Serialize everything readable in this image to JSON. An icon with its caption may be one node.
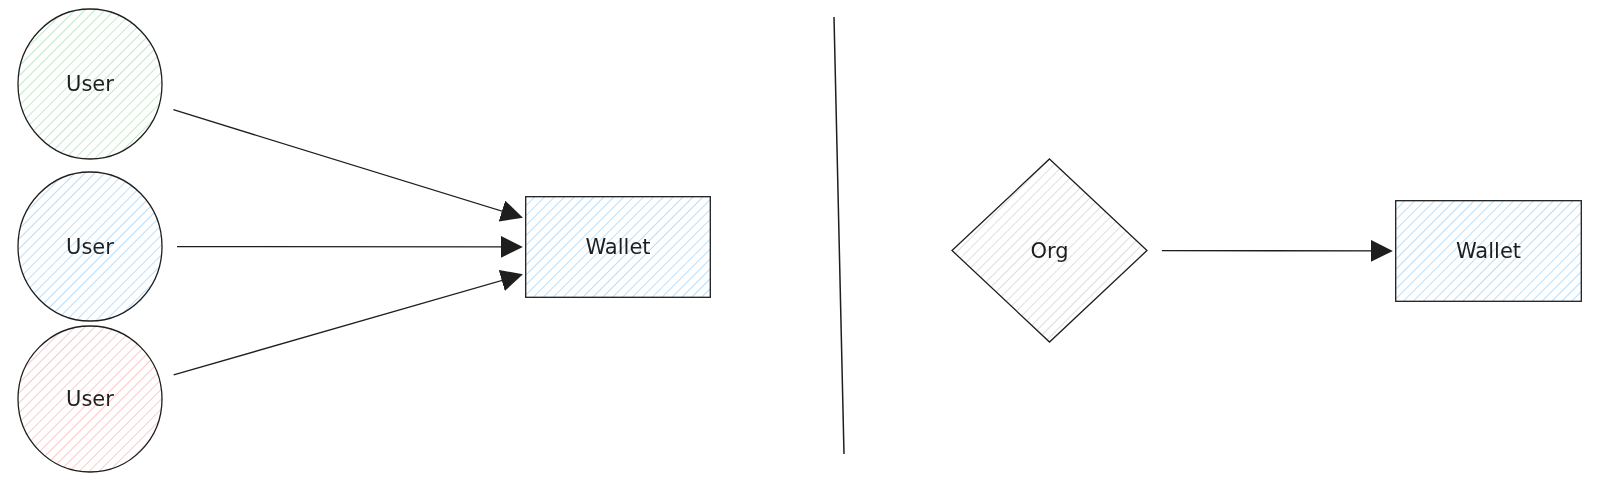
{
  "diagram": {
    "nodes": [
      {
        "text": [
          "User"
        ]
      },
      {
        "text": [
          "User"
        ]
      },
      {
        "text": [
          "User"
        ]
      },
      {
        "text": [
          "Wallet"
        ]
      },
      {
        "text": [
          "Org"
        ]
      },
      {
        "text": [
          "Wallet"
        ]
      }
    ],
    "edges": [
      {
        "from": 0,
        "to": 3,
        "arrow": "to"
      },
      {
        "from": 1,
        "to": 3,
        "arrow": "to"
      },
      {
        "from": 2,
        "to": 3,
        "arrow": "to"
      },
      {
        "from": 4,
        "to": 5,
        "arrow": "to"
      }
    ]
  }
}
